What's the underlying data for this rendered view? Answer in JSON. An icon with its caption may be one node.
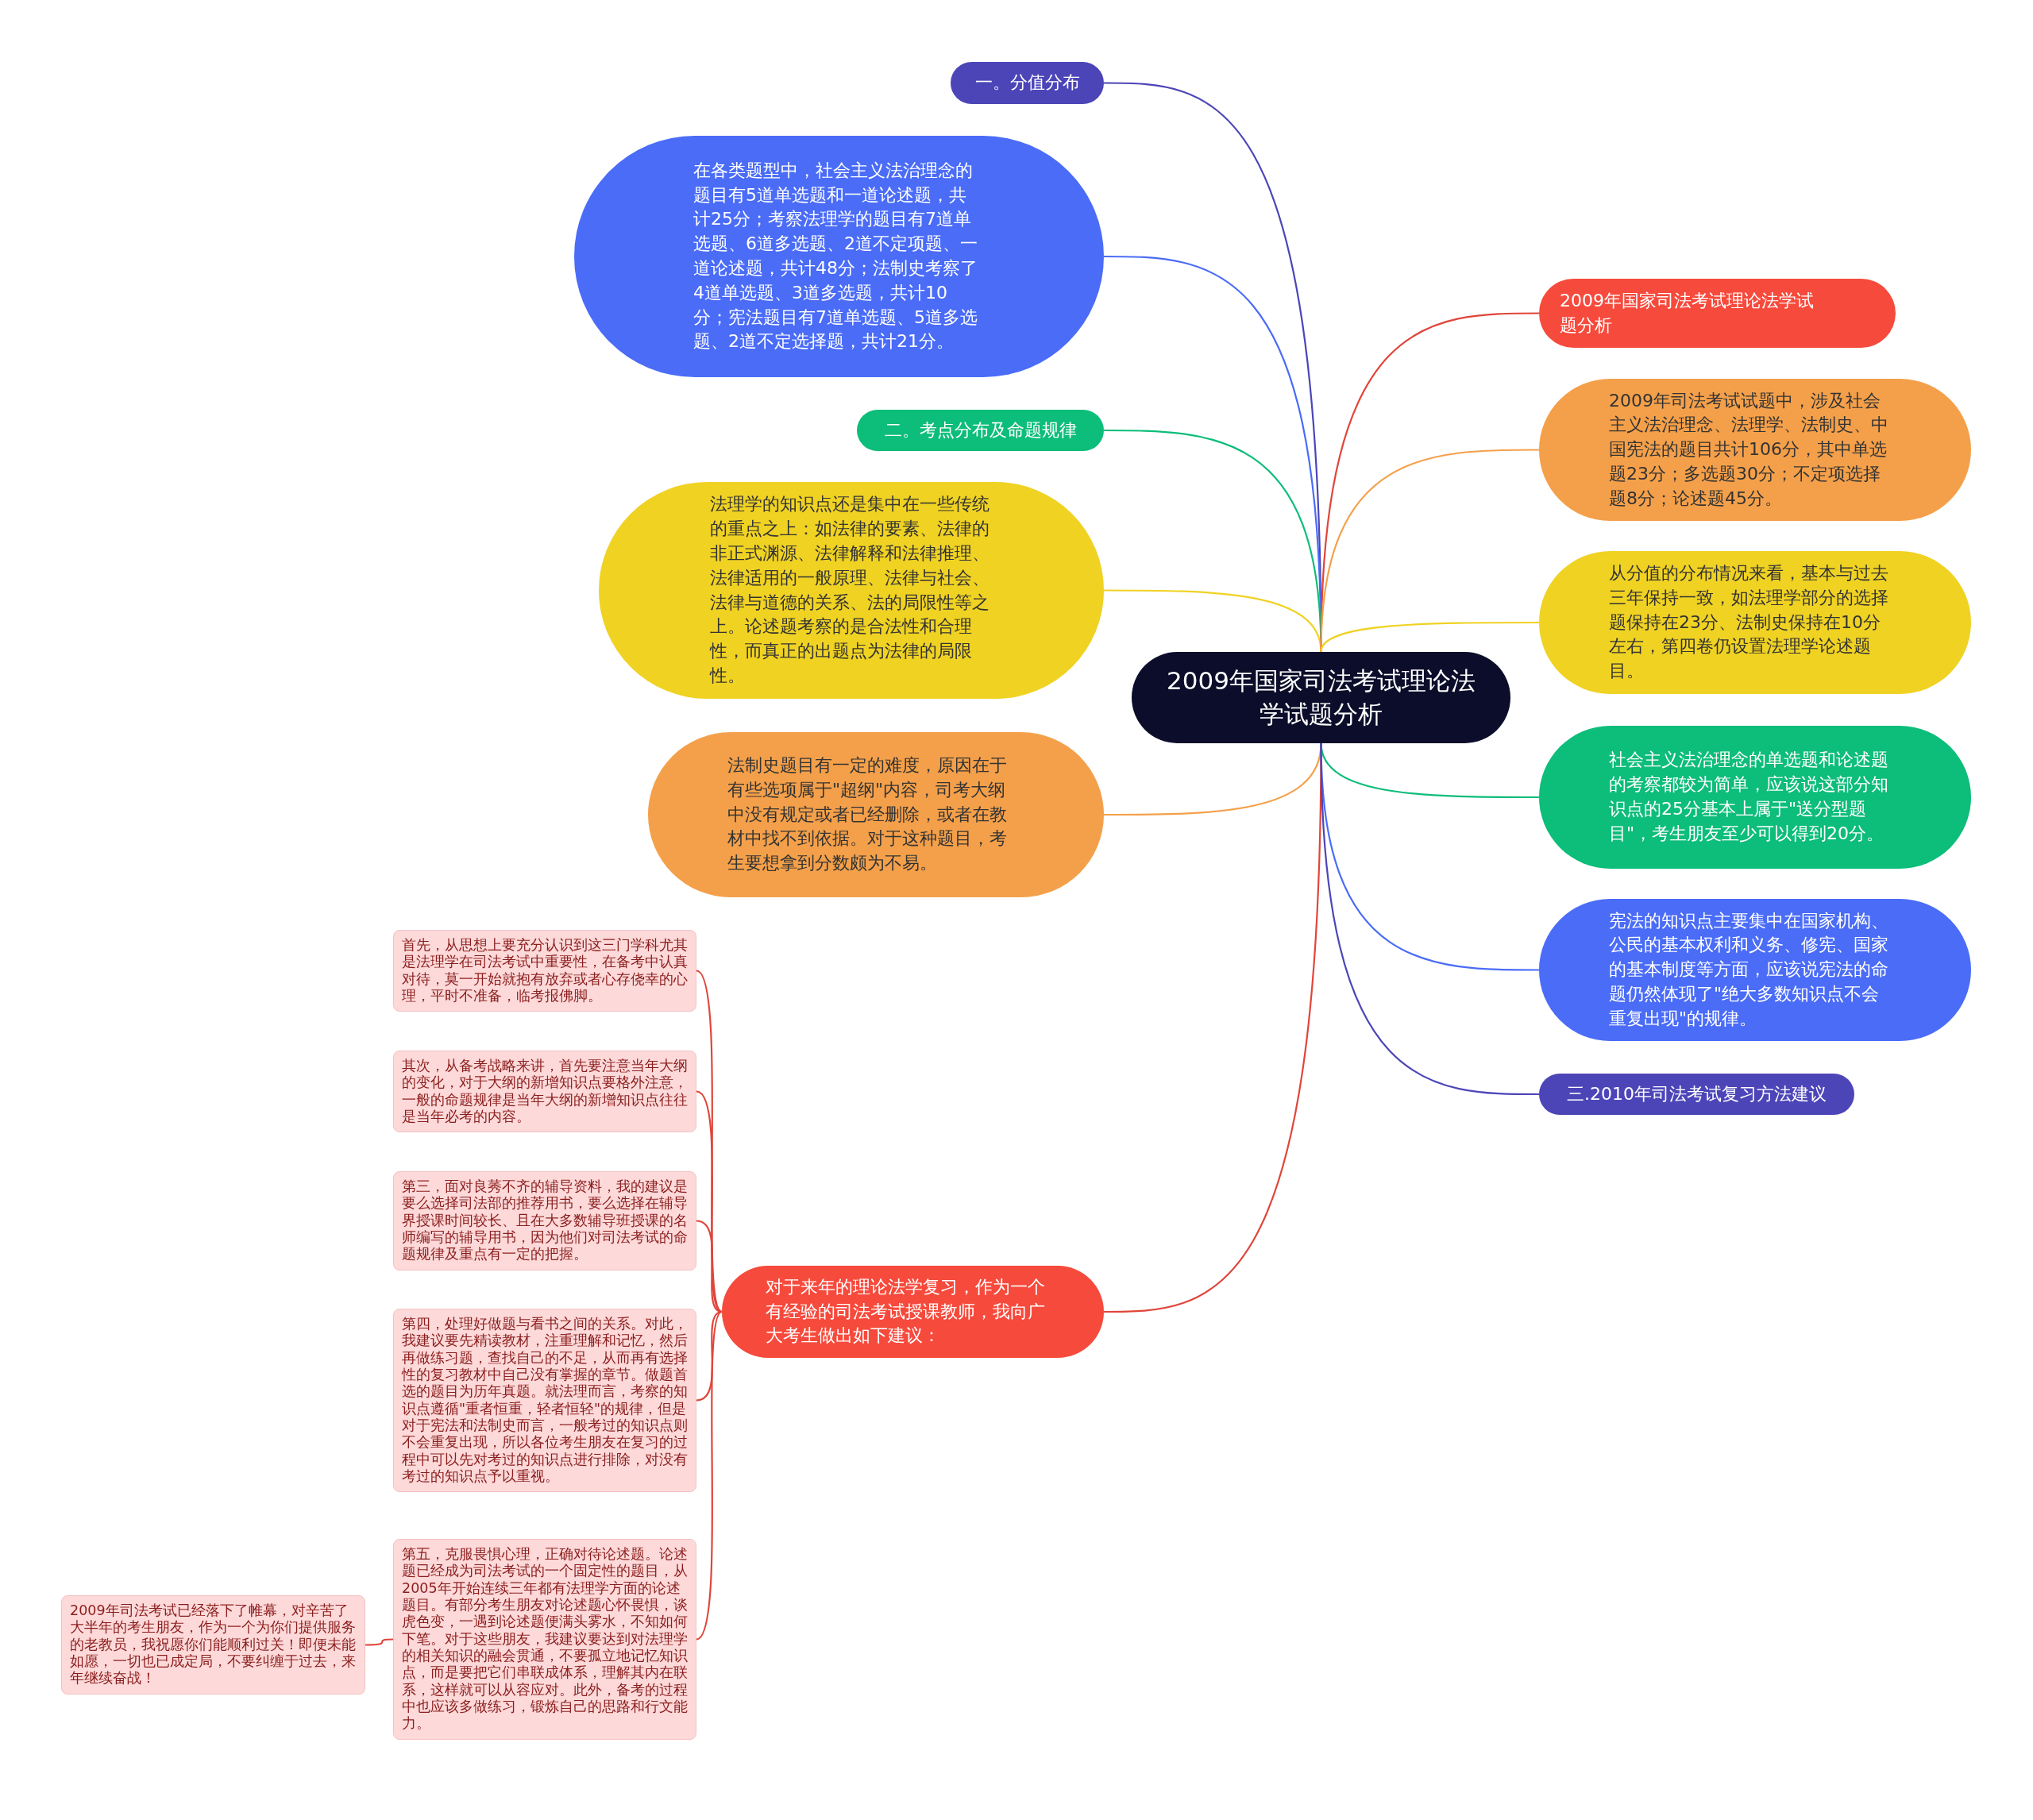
{
  "diagram": {
    "nodes": [
      {
        "text": [
          "2009年国家司法考试理论法学试题分析"
        ]
      },
      {
        "text": [
          "一。分值分布"
        ]
      },
      {
        "text": [
          "在各类题型中，社会主义法治理念的题目有5道单选题和一道论述题，共计25分；考察法理学的题目有7道单选题、6道多选题、2道不定项题、一道论述题，共计48分；法制史考察了4道单选题、3道多选题，共计10分；宪法题目有7道单选题、5道多选题、2道不定选择题，共计21分。"
        ]
      },
      {
        "text": [
          "二。考点分布及命题规律"
        ]
      },
      {
        "text": [
          "法理学的知识点还是集中在一些传统的重点之上：如法律的要素、法律的非正式渊源、法律解释和法律推理、法律适用的一般原理、法律与社会、法律与道德的关系、法的局限性等之上。论述题考察的是合法性和合理性，而真正的出题点为法律的局限性。"
        ]
      },
      {
        "text": [
          "法制史题目有一定的难度，原因在于有些选项属于\"超纲\"内容，司考大纲中没有规定或者已经删除，或者在教材中找不到依据。对于这种题目，考生要想拿到分数颇为不易。"
        ]
      },
      {
        "text": [
          "对于来年的理论法学复习，作为一个有经验的司法考试授课教师，我向广大考生做出如下建议："
        ]
      },
      {
        "text": [
          "首先，从思想上要充分认识到这三门学科尤其是法理学在司法考试中重要性，在备考中认真对待，莫一开始就抱有放弃或者心存侥幸的心理，平时不准备，临考报佛脚。"
        ]
      },
      {
        "text": [
          "其次，从备考战略来讲，首先要注意当年大纲的变化，对于大纲的新增知识点要格外注意，一般的命题规律是当年大纲的新增知识点往往是当年必考的内容。"
        ]
      },
      {
        "text": [
          "第三，面对良莠不齐的辅导资料，我的建议是要么选择司法部的推荐用书，要么选择在辅导界授课时间较长、且在大多数辅导班授课的名师编写的辅导用书，因为他们对司法考试的命题规律及重点有一定的把握。"
        ]
      },
      {
        "text": [
          "第四，处理好做题与看书之间的关系。对此，我建议要先精读教材，注重理解和记忆，然后再做练习题，查找自己的不足，从而再有选择性的复习教材中自己没有掌握的章节。做题首选的题目为历年真题。就法理而言，考察的知识点遵循\"重者恒重，轻者恒轻\"的规律，但是对于宪法和法制史而言，一般考过的知识点则不会重复出现，所以各位考生朋友在复习的过程中可以先对考过的知识点进行排除，对没有考过的知识点予以重视。"
        ]
      },
      {
        "text": [
          "第五，克服畏惧心理，正确对待论述题。论述题已经成为司法考试的一个固定性的题目，从2005年开始连续三年都有法理学方面的论述题目。有部分考生朋友对论述题心怀畏惧，谈虎色变，一遇到论述题便满头雾水，不知如何下笔。对于这些朋友，我建议要达到对法理学的相关知识的融会贯通，不要孤立地记忆知识点，而是要把它们串联成体系，理解其内在联系，这样就可以从容应对。此外，备考的过程中也应该多做练习，锻炼自己的思路和行文能力。"
        ]
      },
      {
        "text": [
          "2009年司法考试已经落下了帷幕，对辛苦了大半年的考生朋友，作为一个为你们提供服务的老教员，我祝愿你们能顺利过关！即便未能如愿，一切也已成定局，不要纠缠于过去，来年继续奋战！"
        ]
      },
      {
        "text": [
          "2009年国家司法考试理论法学试题分析"
        ]
      },
      {
        "text": [
          "2009年司法考试试题中，涉及社会主义法治理念、法理学、法制史、中国宪法的题目共计106分，其中单选题23分；多选题30分；不定项选择题8分；论述题45分。"
        ]
      },
      {
        "text": [
          "从分值的分布情况来看，基本与过去三年保持一致，如法理学部分的选择题保持在23分、法制史保持在10分左右，第四卷仍设置法理学论述题目。"
        ]
      },
      {
        "text": [
          "社会主义法治理念的单选题和论述题的考察都较为简单，应该说这部分知识点的25分基本上属于\"送分型题目\"，考生朋友至少可以得到20分。"
        ]
      },
      {
        "text": [
          "宪法的知识点主要集中在国家机构、公民的基本权利和义务、修宪、国家的基本制度等方面，应该说宪法的命题仍然体现了\"绝大多数知识点不会重复出现\"的规律。"
        ]
      },
      {
        "text": [
          "三.2010年司法考试复习方法建议"
        ]
      }
    ],
    "edges": [
      {
        "from": 0,
        "to": 1,
        "arrow": "none",
        "color": "#4c45b8"
      },
      {
        "from": 0,
        "to": 2,
        "arrow": "none",
        "color": "#4a6cf7"
      },
      {
        "from": 0,
        "to": 3,
        "arrow": "none",
        "color": "#0dbd7a"
      },
      {
        "from": 0,
        "to": 4,
        "arrow": "none",
        "color": "#f0d223"
      },
      {
        "from": 0,
        "to": 5,
        "arrow": "none",
        "color": "#f4a04a"
      },
      {
        "from": 0,
        "to": 6,
        "arrow": "none",
        "color": "#e0453a"
      },
      {
        "from": 6,
        "to": 7,
        "arrow": "none",
        "color": "#e0453a"
      },
      {
        "from": 6,
        "to": 8,
        "arrow": "none",
        "color": "#e0453a"
      },
      {
        "from": 6,
        "to": 9,
        "arrow": "none",
        "color": "#e0453a"
      },
      {
        "from": 6,
        "to": 10,
        "arrow": "none",
        "color": "#e0453a"
      },
      {
        "from": 6,
        "to": 11,
        "arrow": "none",
        "color": "#e0453a"
      },
      {
        "from": 11,
        "to": 12,
        "arrow": "none",
        "color": "#e0453a"
      },
      {
        "from": 0,
        "to": 13,
        "arrow": "none",
        "color": "#e0453a"
      },
      {
        "from": 0,
        "to": 14,
        "arrow": "none",
        "color": "#f4a04a"
      },
      {
        "from": 0,
        "to": 15,
        "arrow": "none",
        "color": "#f0d223"
      },
      {
        "from": 0,
        "to": 16,
        "arrow": "none",
        "color": "#0dbd7a"
      },
      {
        "from": 0,
        "to": 17,
        "arrow": "none",
        "color": "#4a6cf7"
      },
      {
        "from": 0,
        "to": 18,
        "arrow": "none",
        "color": "#4c45b8"
      }
    ]
  }
}
